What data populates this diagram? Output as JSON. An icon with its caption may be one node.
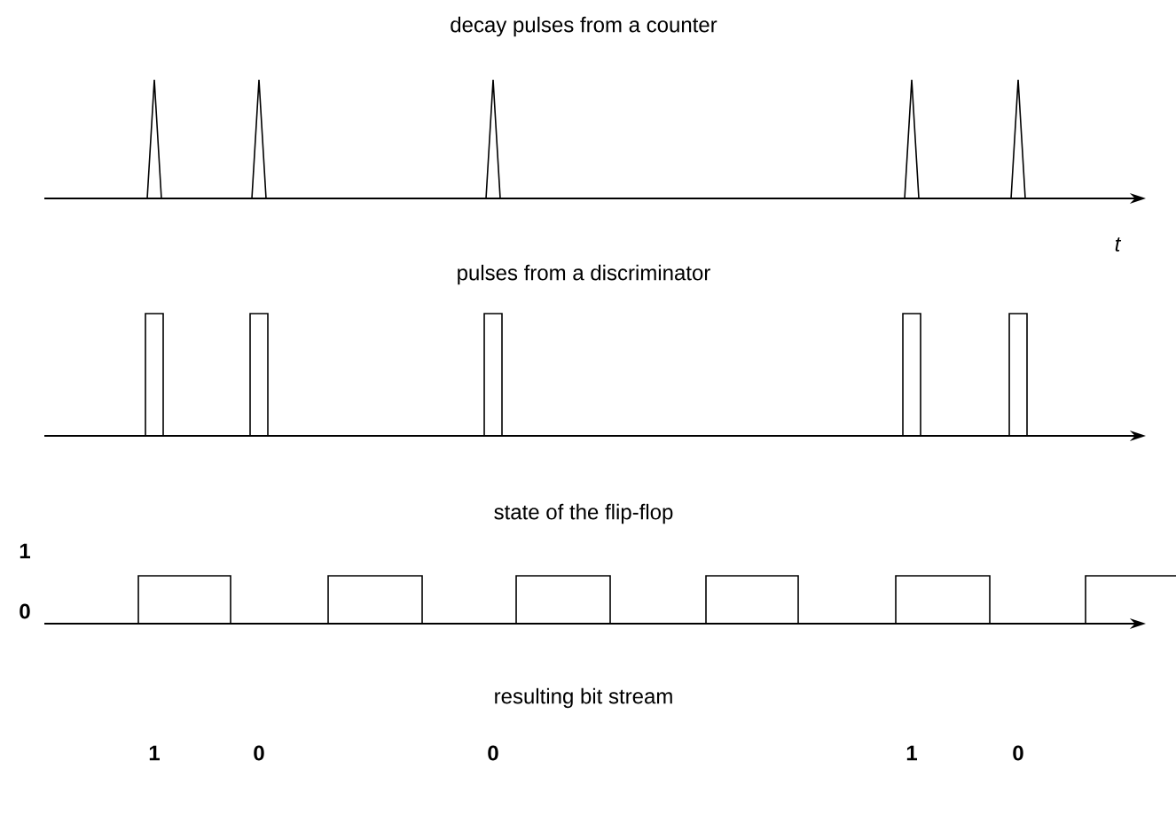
{
  "diagram": {
    "labels": [
      "decay pulses from a counter",
      "t",
      "pulses from a discriminator",
      "state of the flip-flop",
      "1",
      "0",
      "resulting bit stream",
      "1",
      "0",
      "0",
      "1",
      "0"
    ]
  }
}
